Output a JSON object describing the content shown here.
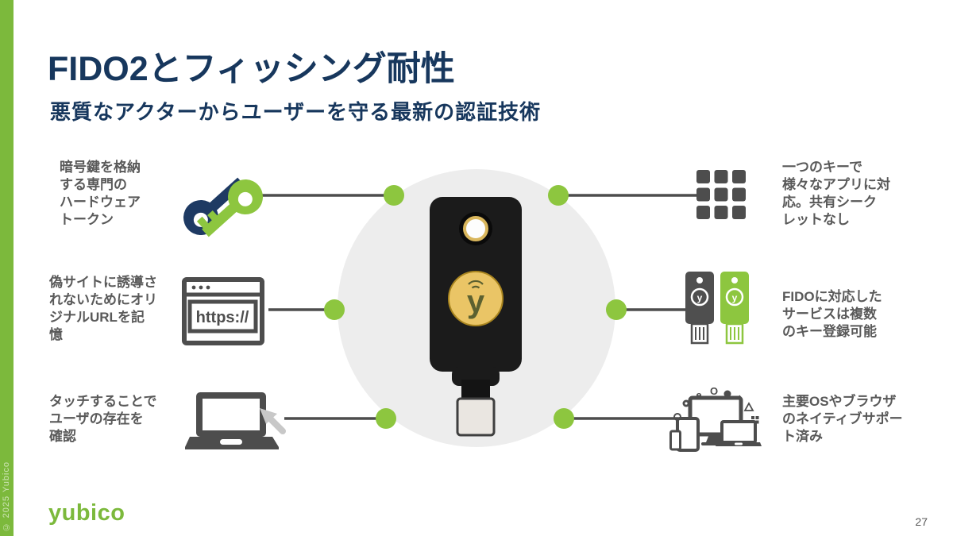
{
  "slide": {
    "title": "FIDO2とフィッシング耐性",
    "subtitle": "悪質なアクターからユーザーを守る最新の認証技術",
    "logo": "yubico",
    "copyright": "© 2025 Yubico",
    "page_number": "27"
  },
  "features": {
    "crypto_token": {
      "text": "暗号鍵を格納\nする専門の\nハードウェア\nトークン"
    },
    "origin_url": {
      "text": "偽サイトに誘導さ\nれないためにオリ\nジナルURLを記\n憶"
    },
    "touch_presence": {
      "text": "タッチすることで\nユーザの存在を\n確認"
    },
    "one_key_many_apps": {
      "text": "一つのキーで\n様々なアプリに対\n応。共有シーク\nレットなし"
    },
    "multiple_keys": {
      "text": "FIDOに対応した\nサービスは複数\nのキー登録可能"
    },
    "native_support": {
      "text": "主要OSやブラウザ\nのネイティブサポー\nト済み"
    }
  },
  "icons": {
    "browser_url_label": "https://",
    "yubikey_letter": "y",
    "small_key_letter": "y"
  },
  "colors": {
    "accent_green": "#8dc63f",
    "bar_green": "#7cb93c",
    "navy": "#17375d",
    "key_navy": "#1e3a63",
    "text_gray": "#595959",
    "line_gray": "#4d4d4d",
    "gold": "#eac566",
    "circle_gray": "#ededed"
  }
}
